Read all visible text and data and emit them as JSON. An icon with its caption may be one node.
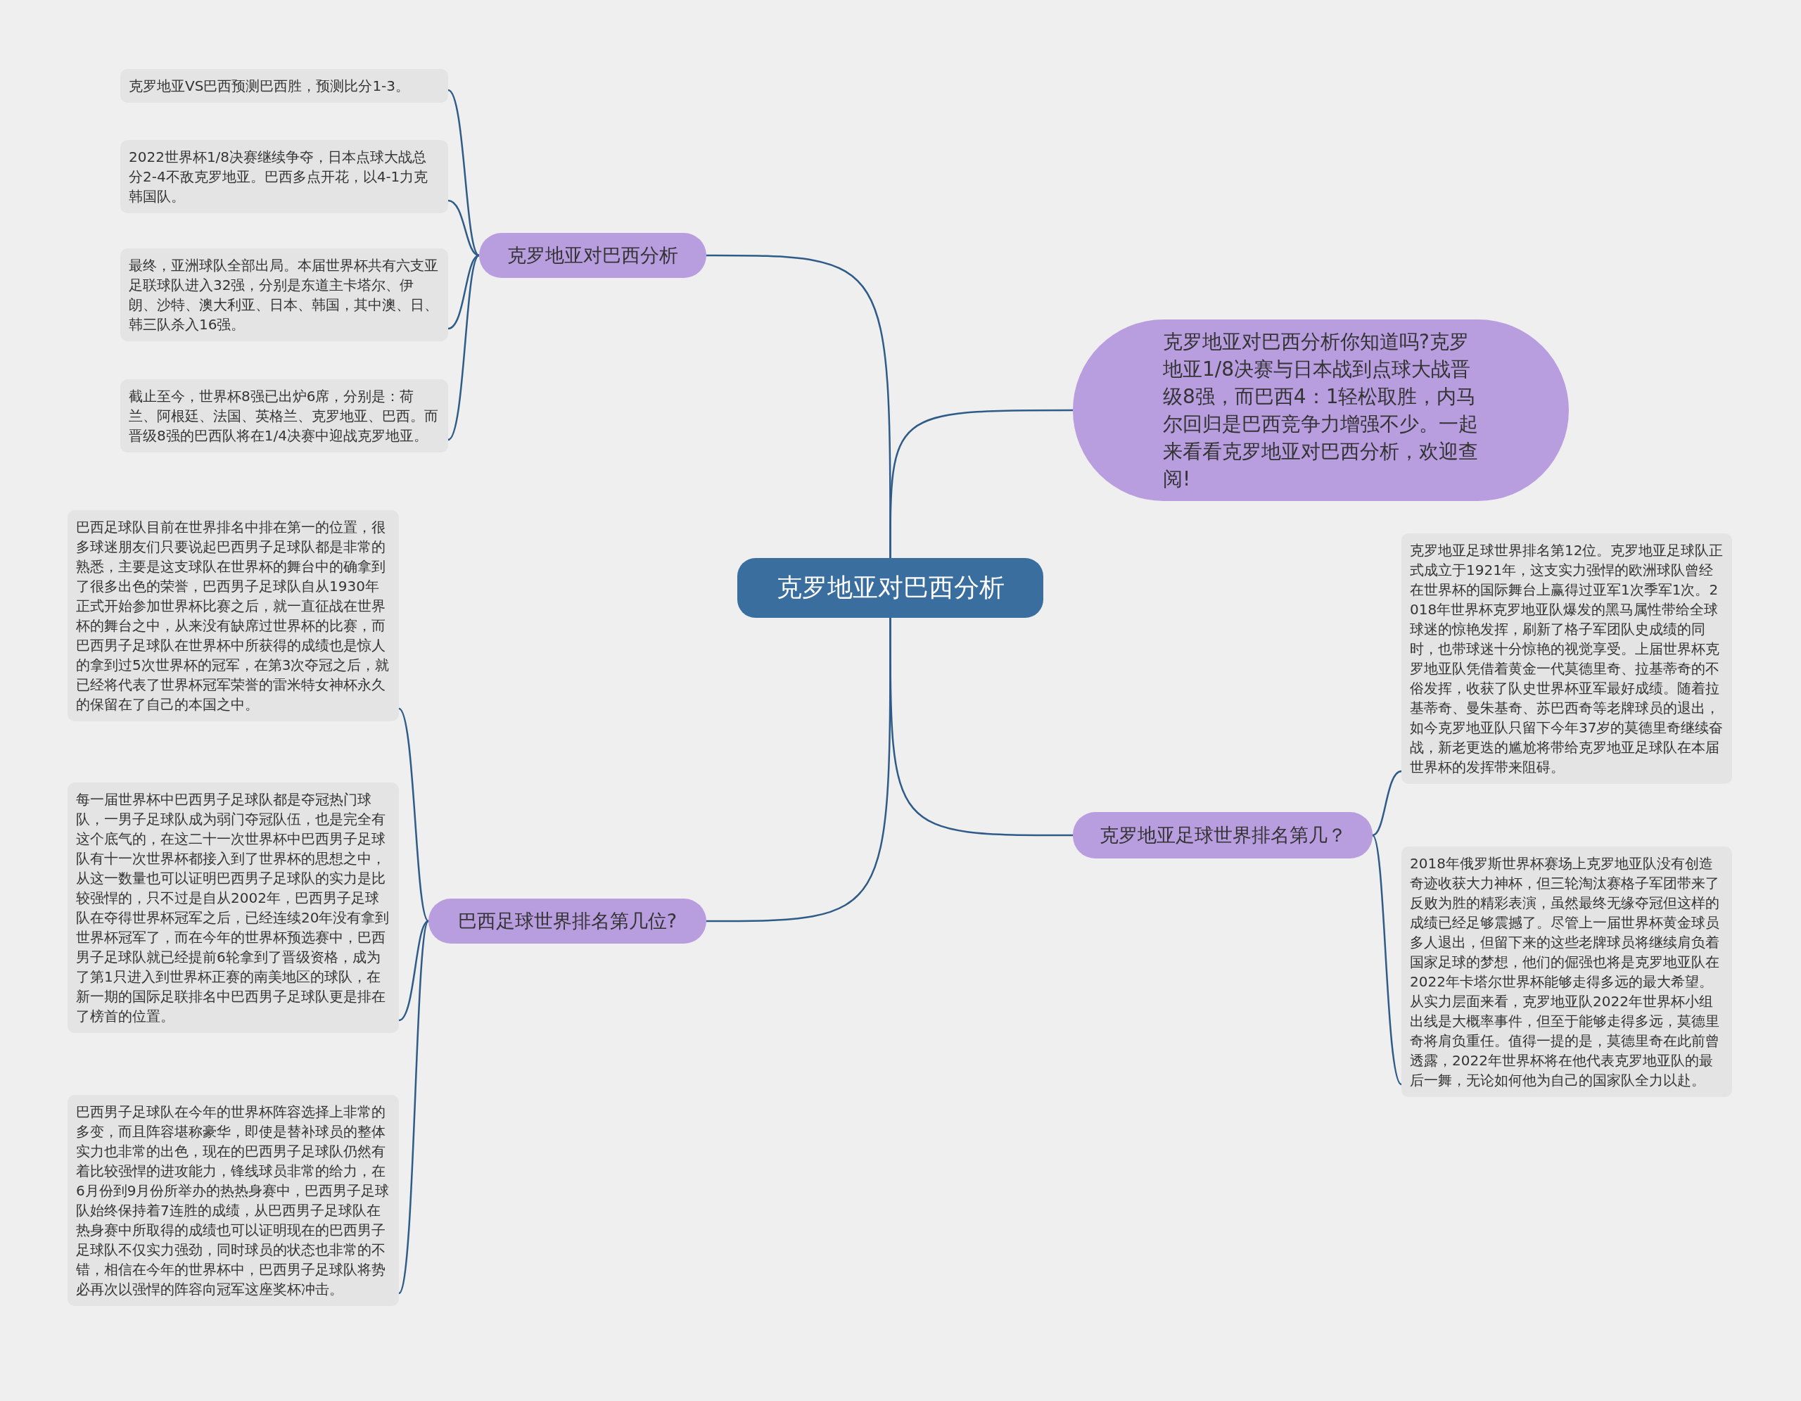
{
  "diagram": {
    "nodes": [
      {
        "text": [
          "克罗地亚对巴西分析"
        ]
      },
      {
        "text": [
          "克罗地亚对巴西分析"
        ]
      },
      {
        "text": [
          "克罗地亚VS巴西预测巴西胜，预测比分1-3。"
        ]
      },
      {
        "text": [
          "2022世界杯1/8决赛继续争夺，日本点球大战总分2-4不敌克罗地亚。巴西多点开花，以4-1力克韩国队。"
        ]
      },
      {
        "text": [
          "最终，亚洲球队全部出局。本届世界杯共有六支亚足联球队进入32强，分别是东道主卡塔尔、伊朗、沙特、澳大利亚、日本、韩国，其中澳、日、韩三队杀入16强。"
        ]
      },
      {
        "text": [
          "截止至今，世界杯8强已出炉6席，分别是：荷兰、阿根廷、法国、英格兰、克罗地亚、巴西。而晋级8强的巴西队将在1/4决赛中迎战克罗地亚。"
        ]
      },
      {
        "text": [
          "克罗地亚对巴西分析你知道吗?克罗地亚1/8决赛与日本战到点球大战晋级8强，而巴西4：1轻松取胜，内马尔回归是巴西竞争力增强不少。一起来看看克罗地亚对巴西分析，欢迎查阅!"
        ]
      },
      {
        "text": [
          "巴西足球世界排名第几位?"
        ]
      },
      {
        "text": [
          "巴西足球队目前在世界排名中排在第一的位置，很多球迷朋友们只要说起巴西男子足球队都是非常的熟悉，主要是这支球队在世界杯的舞台中的确拿到了很多出色的荣誉，巴西男子足球队自从1930年正式开始参加世界杯比赛之后，就一直征战在世界杯的舞台之中，从来没有缺席过世界杯的比赛，而巴西男子足球队在世界杯中所获得的成绩也是惊人的拿到过5次世界杯的冠军，在第3次夺冠之后，就已经将代表了世界杯冠军荣誉的雷米特女神杯永久的保留在了自己的本国之中。"
        ]
      },
      {
        "text": [
          "每一届世界杯中巴西男子足球队都是夺冠热门球队，一男子足球队成为弱门夺冠队伍，也是完全有这个底气的，在这二十一次世界杯中巴西男子足球队有十一次世界杯都接入到了世界杯的思想之中，从这一数量也可以证明巴西男子足球队的实力是比较强悍的，只不过是自从2002年，巴西男子足球队在夺得世界杯冠军之后，已经连续20年没有拿到世界杯冠军了，而在今年的世界杯预选赛中，巴西男子足球队就已经提前6轮拿到了晋级资格，成为了第1只进入到世界杯正赛的南美地区的球队，在新一期的国际足联排名中巴西男子足球队更是排在了榜首的位置。"
        ]
      },
      {
        "text": [
          "巴西男子足球队在今年的世界杯阵容选择上非常的多变，而且阵容堪称豪华，即使是替补球员的整体实力也非常的出色，现在的巴西男子足球队仍然有着比较强悍的进攻能力，锋线球员非常的给力，在6月份到9月份所举办的热热身赛中，巴西男子足球队始终保持着7连胜的成绩，从巴西男子足球队在热身赛中所取得的成绩也可以证明现在的巴西男子足球队不仅实力强劲，同时球员的状态也非常的不错，相信在今年的世界杯中，巴西男子足球队将势必再次以强悍的阵容向冠军这座奖杯冲击。"
        ]
      },
      {
        "text": [
          "克罗地亚足球世界排名第几？"
        ]
      },
      {
        "text": [
          "克罗地亚足球世界排名第12位。克罗地亚足球队正式成立于1921年，这支实力强悍的欧洲球队曾经在世界杯的国际舞台上赢得过亚军1次季军1次。2018年世界杯克罗地亚队爆发的黑马属性带给全球球迷的惊艳发挥，刷新了格子军团队史成绩的同时，也带球迷十分惊艳的视觉享受。上届世界杯克罗地亚队凭借着黄金一代莫德里奇、拉基蒂奇的不俗发挥，收获了队史世界杯亚军最好成绩。随着拉基蒂奇、曼朱基奇、苏巴西奇等老牌球员的退出，如今克罗地亚队只留下今年37岁的莫德里奇继续奋战，新老更迭的尴尬将带给克罗地亚足球队在本届世界杯的发挥带来阻碍。"
        ]
      },
      {
        "text": [
          "2018年俄罗斯世界杯赛场上克罗地亚队没有创造奇迹收获大力神杯，但三轮淘汰赛格子军团带来了反败为胜的精彩表演，虽然最终无缘夺冠但这样的成绩已经足够震撼了。尽管上一届世界杯黄金球员多人退出，但留下来的这些老牌球员将继续肩负着国家足球的梦想，他们的倔强也将是克罗地亚队在2022年卡塔尔世界杯能够走得多远的最大希望。从实力层面来看，克罗地亚队2022年世界杯小组出线是大概率事件，但至于能够走得多远，莫德里奇将肩负重任。值得一提的是，莫德里奇在此前曾透露，2022年世界杯将在他代表克罗地亚队的最后一舞，无论如何他为自己的国家队全力以赴。"
        ]
      }
    ],
    "edges": [
      {
        "from": 0,
        "to": 1,
        "arrow": "none"
      },
      {
        "from": 1,
        "to": 2,
        "arrow": "none"
      },
      {
        "from": 1,
        "to": 3,
        "arrow": "none"
      },
      {
        "from": 1,
        "to": 4,
        "arrow": "none"
      },
      {
        "from": 1,
        "to": 5,
        "arrow": "none"
      },
      {
        "from": 0,
        "to": 6,
        "arrow": "none"
      },
      {
        "from": 0,
        "to": 7,
        "arrow": "none"
      },
      {
        "from": 7,
        "to": 8,
        "arrow": "none"
      },
      {
        "from": 7,
        "to": 9,
        "arrow": "none"
      },
      {
        "from": 7,
        "to": 10,
        "arrow": "none"
      },
      {
        "from": 0,
        "to": 11,
        "arrow": "none"
      },
      {
        "from": 11,
        "to": 12,
        "arrow": "none"
      },
      {
        "from": 11,
        "to": 13,
        "arrow": "none"
      }
    ]
  }
}
